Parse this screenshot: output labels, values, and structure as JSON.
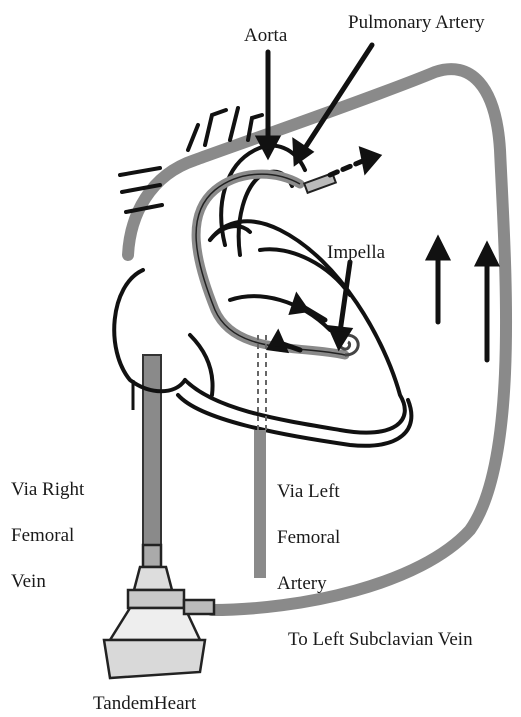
{
  "labels": {
    "aorta": "Aorta",
    "pulmonary_artery": "Pulmonary Artery",
    "impella": "Impella",
    "via_right_femoral_vein": [
      "Via Right",
      "Femoral",
      "Vein"
    ],
    "via_left_femoral_artery": [
      "Via Left",
      "Femoral",
      "Artery"
    ],
    "to_left_subclavian_vein": "To Left Subclavian Vein",
    "tandemheart": "TandemHeart"
  },
  "colors": {
    "ink": "#111111",
    "cannula_gray": "#8a8a8a",
    "background": "#ffffff"
  }
}
